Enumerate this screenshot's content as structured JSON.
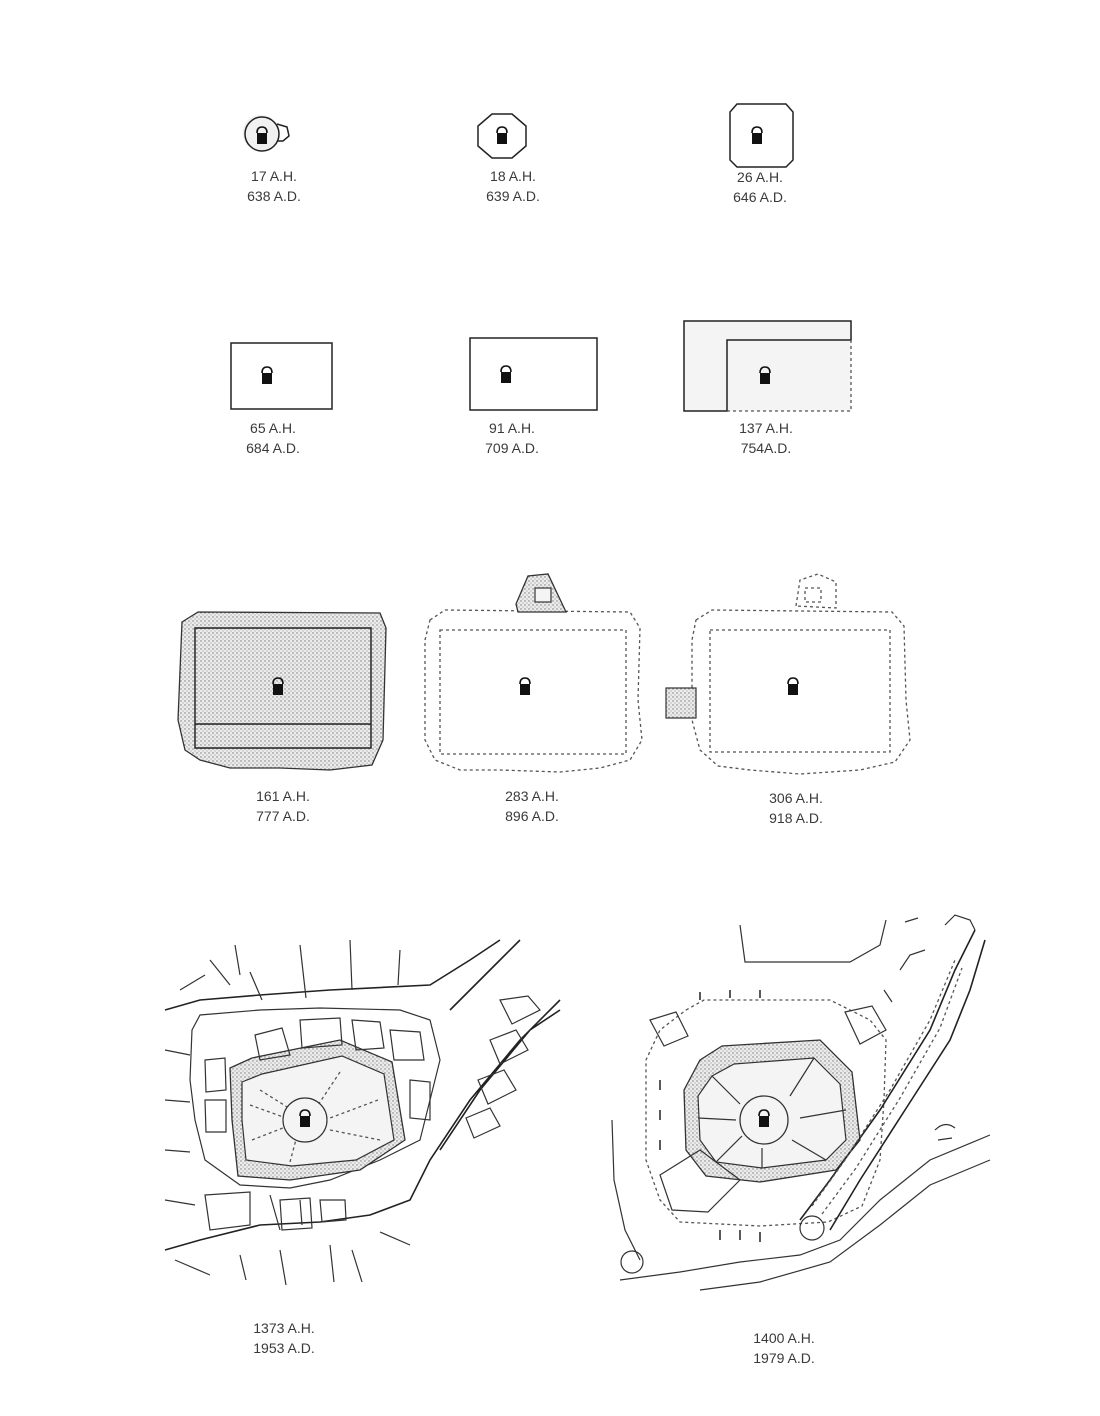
{
  "plans": [
    {
      "id": "p1",
      "ah": "17 A.H.",
      "ad": "638 A.D."
    },
    {
      "id": "p2",
      "ah": "18 A.H.",
      "ad": "639 A.D."
    },
    {
      "id": "p3",
      "ah": "26 A.H.",
      "ad": "646 A.D."
    },
    {
      "id": "p4",
      "ah": "65 A.H.",
      "ad": "684 A.D."
    },
    {
      "id": "p5",
      "ah": "91 A.H.",
      "ad": "709 A.D."
    },
    {
      "id": "p6",
      "ah": "137 A.H.",
      "ad": "754A.D."
    },
    {
      "id": "p7",
      "ah": "161 A.H.",
      "ad": "777 A.D."
    },
    {
      "id": "p8",
      "ah": "283 A.H.",
      "ad": "896 A.D."
    },
    {
      "id": "p9",
      "ah": "306 A.H.",
      "ad": "918 A.D."
    },
    {
      "id": "p10",
      "ah": "1373 A.H.",
      "ad": "1953 A.D."
    },
    {
      "id": "p11",
      "ah": "1400 A.H.",
      "ad": "1979 A.D."
    }
  ],
  "icons": {
    "kaaba": "kaaba-icon"
  },
  "colors": {
    "line": "#222222",
    "fill": "#f1f1f1",
    "stipple": "#d9d9d9",
    "text": "#3a3a3a"
  }
}
